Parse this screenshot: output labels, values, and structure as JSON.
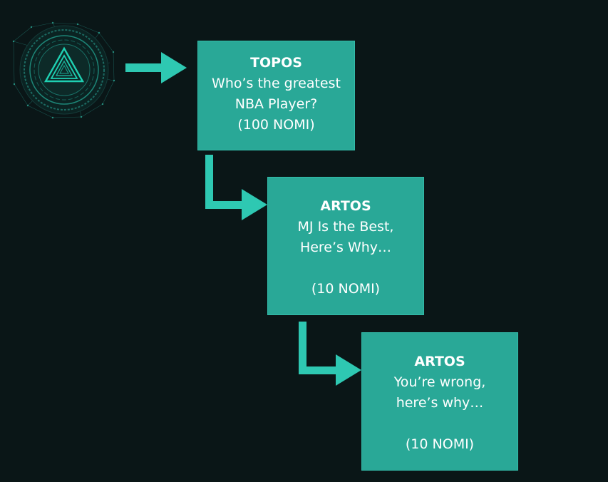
{
  "colors": {
    "background": "#0a1617",
    "box_fill": "#29a897",
    "arrow": "#2ec8b2",
    "logo": "#1fd0b2"
  },
  "logo": {
    "icon": "triangle-emblem-icon"
  },
  "boxes": [
    {
      "title": "TOPOS",
      "lines": [
        "Who’s the greatest",
        "NBA Player?",
        "(100 NOMI)"
      ]
    },
    {
      "title": "ARTOS",
      "lines": [
        "MJ Is the Best,",
        "Here’s Why…",
        "",
        "(10 NOMI)"
      ]
    },
    {
      "title": "ARTOS",
      "lines": [
        "You’re wrong,",
        "here’s why…",
        "",
        "(10 NOMI)"
      ]
    }
  ]
}
